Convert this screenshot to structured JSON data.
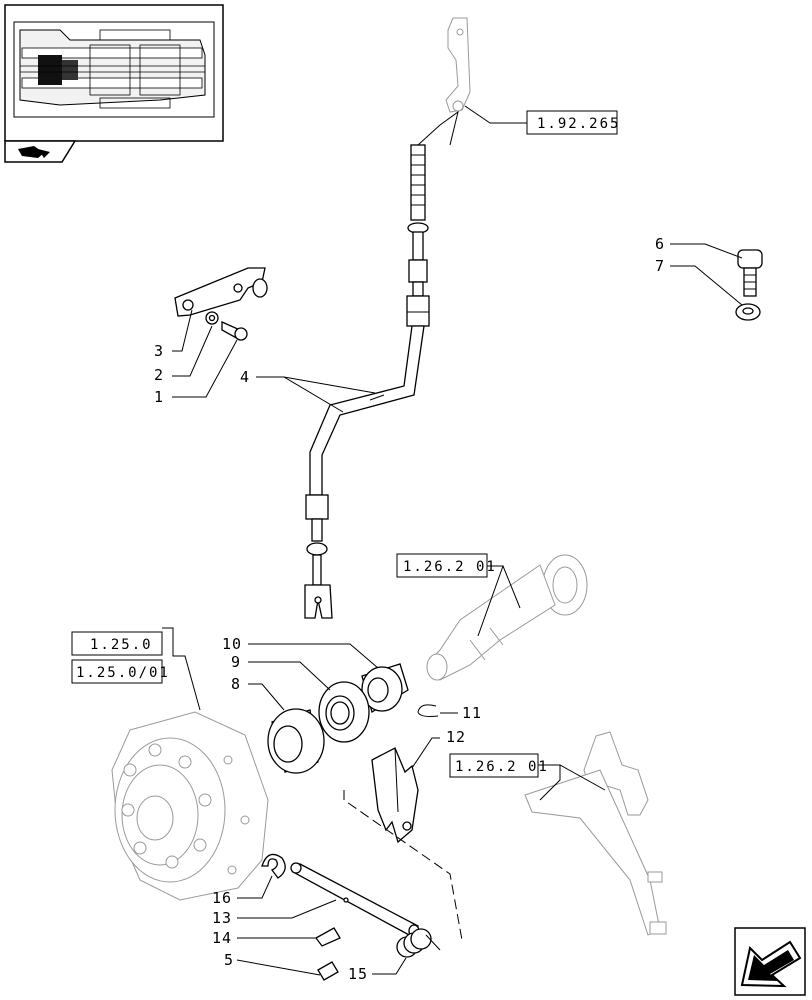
{
  "callouts": {
    "c1": "1",
    "c2": "2",
    "c3": "3",
    "c4": "4",
    "c5": "5",
    "c6": "6",
    "c7": "7",
    "c8": "8",
    "c9": "9",
    "c10": "10",
    "c11": "11",
    "c12": "12",
    "c13": "13",
    "c14": "14",
    "c15": "15",
    "c16": "16"
  },
  "references": {
    "r1": "1.92.265",
    "r2": "1.26.2 01",
    "r3": "1.25.0",
    "r4": "1.25.0/01",
    "r5": "1.26.2 01"
  },
  "icons": {
    "thumbnail": "transmission-section-thumbnail",
    "section_tab": "section-tab-icon",
    "navigation": "next-page-arrow-icon"
  }
}
